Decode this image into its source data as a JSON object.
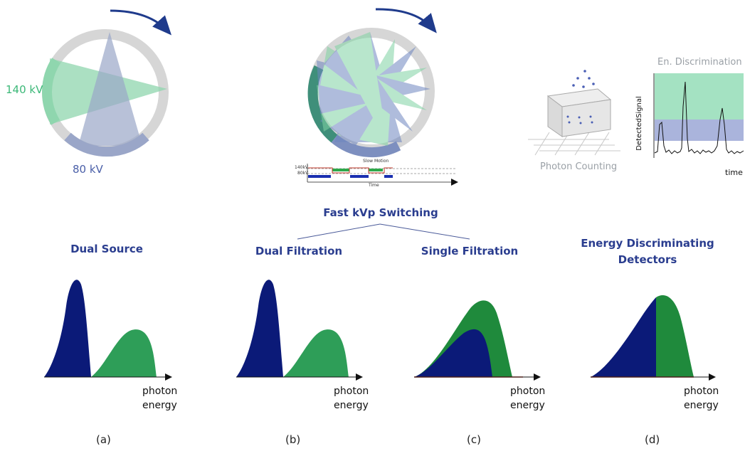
{
  "labels": {
    "kv_high": "140 kV",
    "kv_low": "80 kV",
    "slow_motion": "Slow Motion",
    "slow_140": "140kV",
    "slow_80": "80kV",
    "slow_time": "Time",
    "photon_counting": "Photon Counting",
    "en_discrimination": "En. Discrimination",
    "detected_signal": "DetectedSignal",
    "time": "time"
  },
  "headings": {
    "fast_kvp": "Fast kVp Switching",
    "dual_source": "Dual Source",
    "dual_filtration": "Dual Filtration",
    "single_filtration": "Single Filtration",
    "energy_discriminating_line1": "Energy Discriminating",
    "energy_discriminating_line2": "Detectors"
  },
  "axis": {
    "line1": "photon",
    "line2": "energy"
  },
  "panels": [
    "(a)",
    "(b)",
    "(c)",
    "(d)"
  ],
  "colors": {
    "navy": "#0b1a78",
    "green": "#2e9e58",
    "deep_green": "#1f8a3c",
    "light_green": "#8fd6ae",
    "blue_grey": "#9aa6c8",
    "ring": "#d6d6d6",
    "heading_blue": "#2a3d8f",
    "arrow_blue": "#1f3b8c"
  }
}
